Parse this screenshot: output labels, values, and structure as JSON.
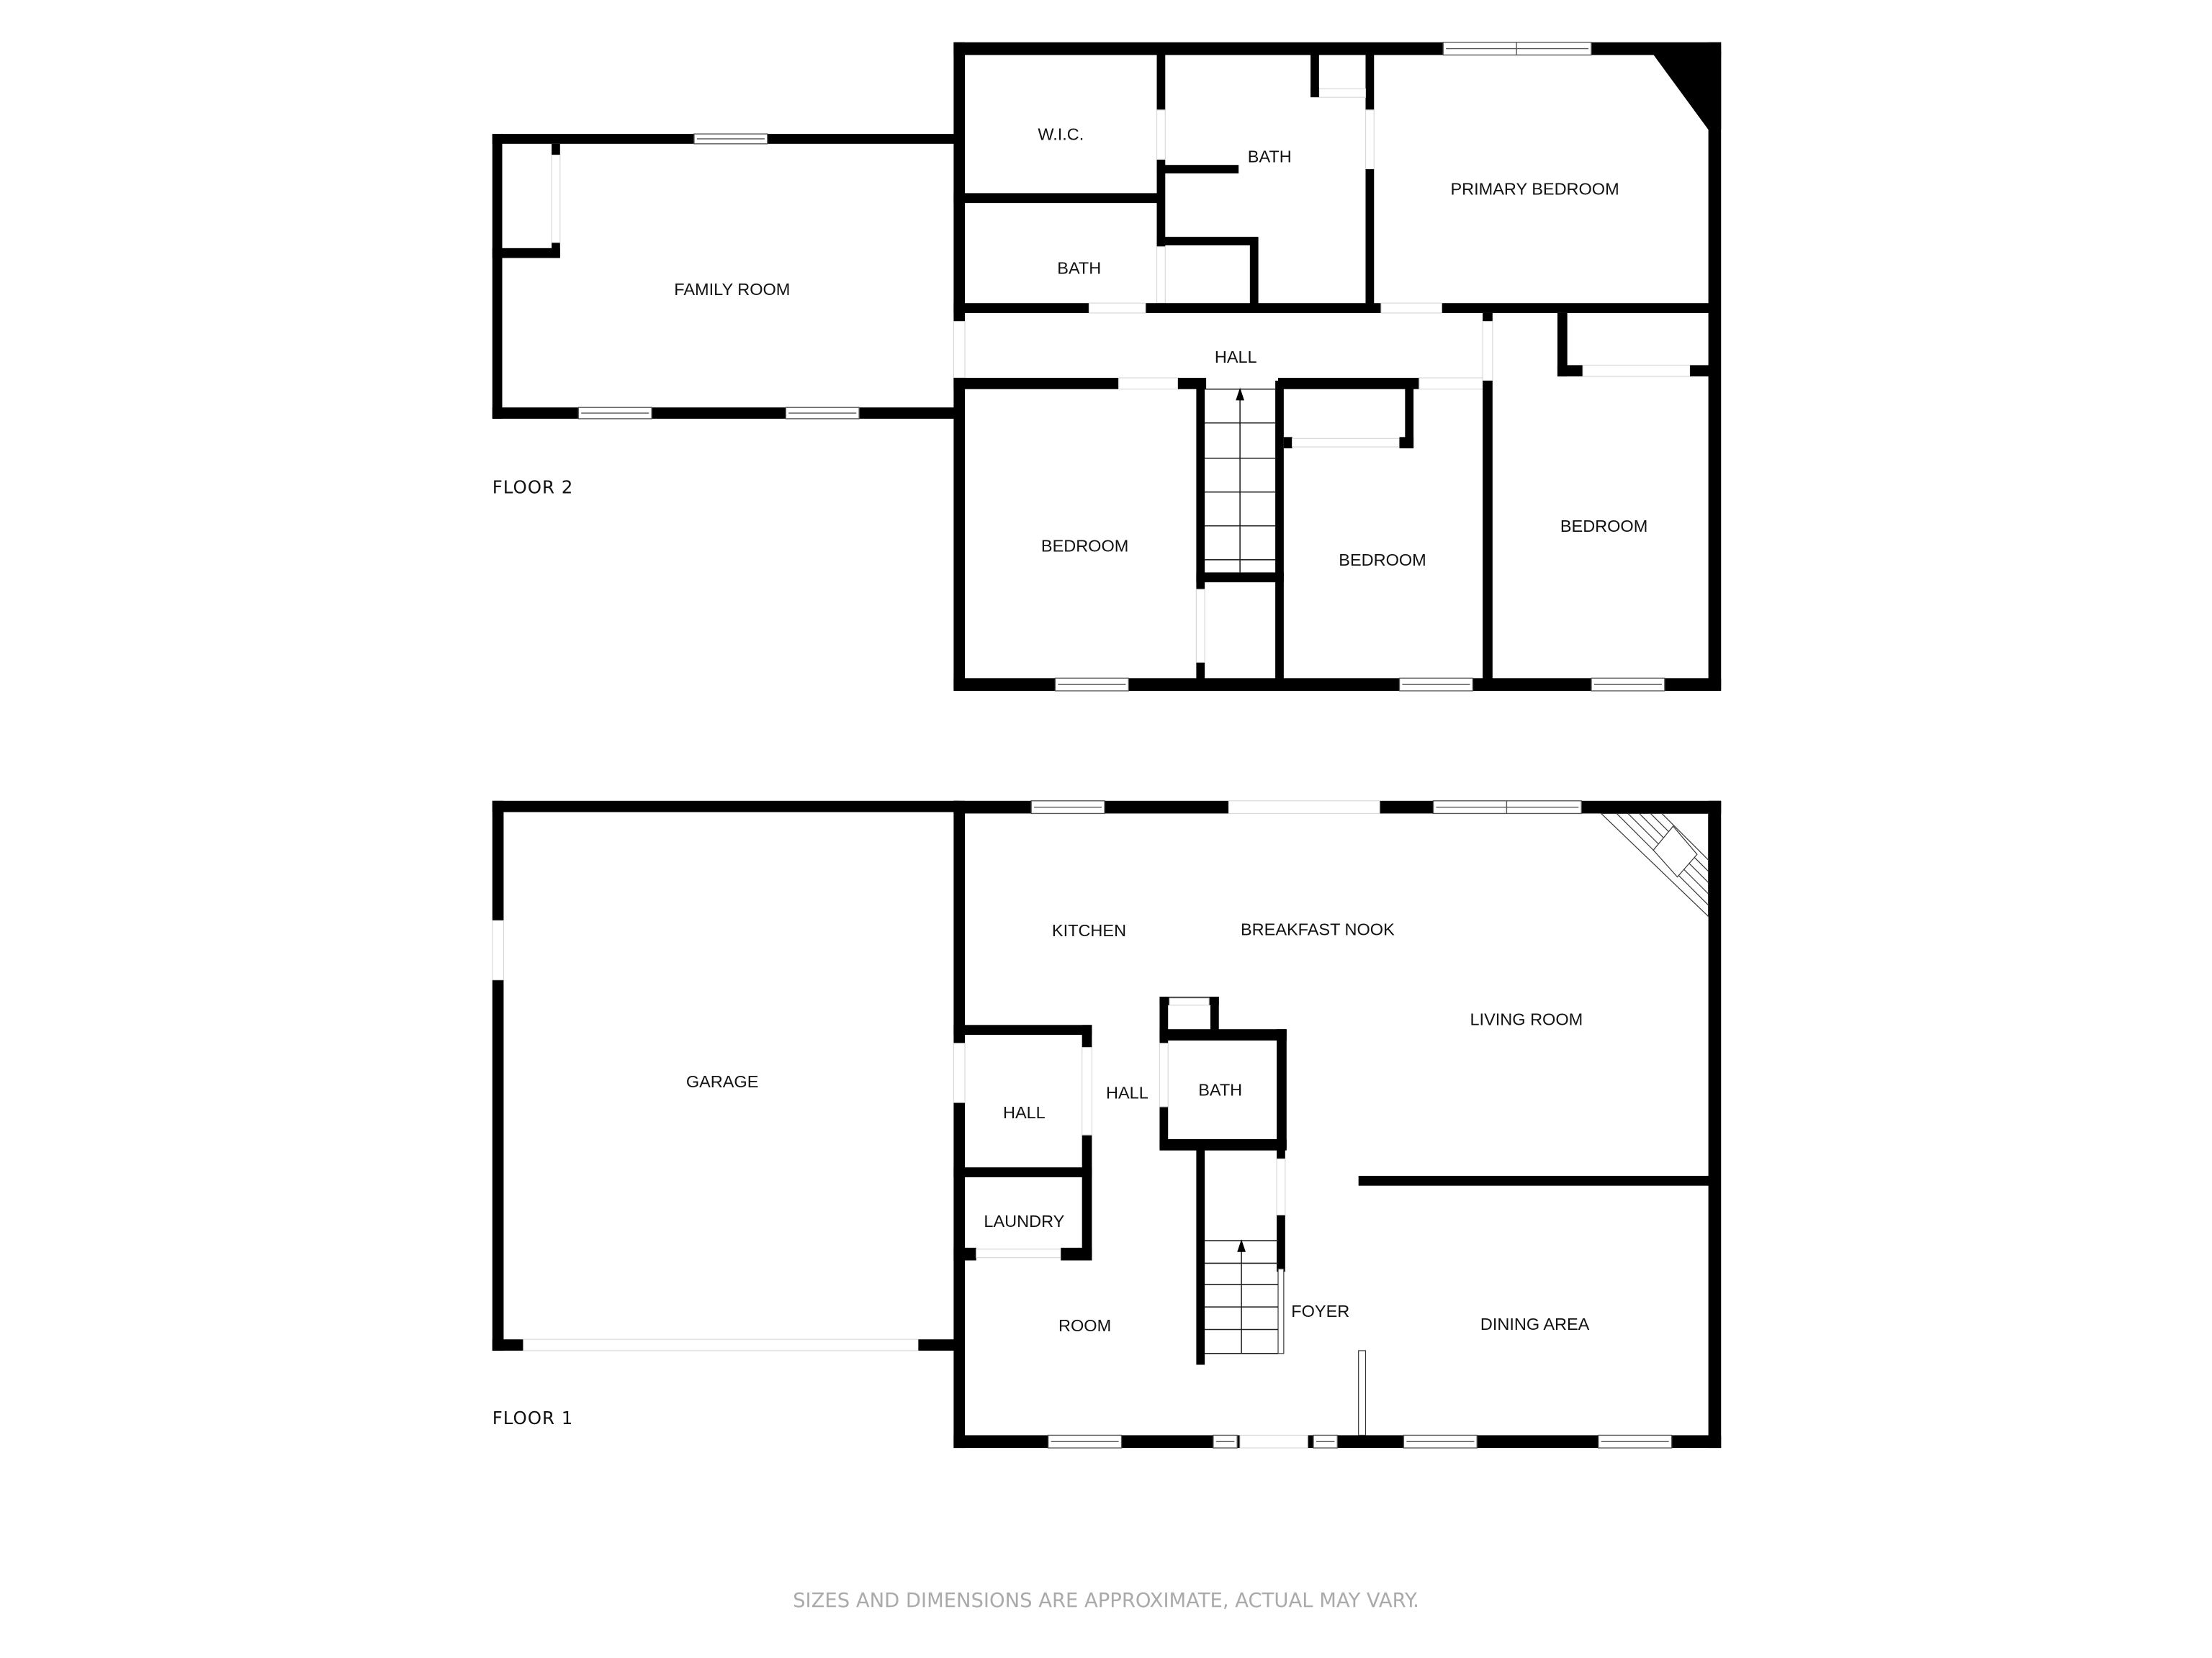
{
  "floor2": {
    "label": "FLOOR 2",
    "rooms": {
      "family_room": "FAMILY ROOM",
      "wic": "W.I.C.",
      "bath_upper": "BATH",
      "bath_lower": "BATH",
      "primary_bedroom": "PRIMARY BEDROOM",
      "hall": "HALL",
      "bedroom_left": "BEDROOM",
      "bedroom_middle": "BEDROOM",
      "bedroom_right": "BEDROOM"
    }
  },
  "floor1": {
    "label": "FLOOR 1",
    "rooms": {
      "garage": "GARAGE",
      "kitchen": "KITCHEN",
      "breakfast_nook": "BREAKFAST NOOK",
      "living_room": "LIVING ROOM",
      "hall_left": "HALL",
      "hall_center": "HALL",
      "bath": "BATH",
      "laundry": "LAUNDRY",
      "room": "ROOM",
      "foyer": "FOYER",
      "dining_area": "DINING AREA"
    }
  },
  "footer": {
    "disclaimer": "SIZES AND DIMENSIONS ARE APPROXIMATE, ACTUAL MAY VARY."
  },
  "colors": {
    "wall": "#000000",
    "background": "#ffffff",
    "footer_text": "#aaaaaa"
  }
}
